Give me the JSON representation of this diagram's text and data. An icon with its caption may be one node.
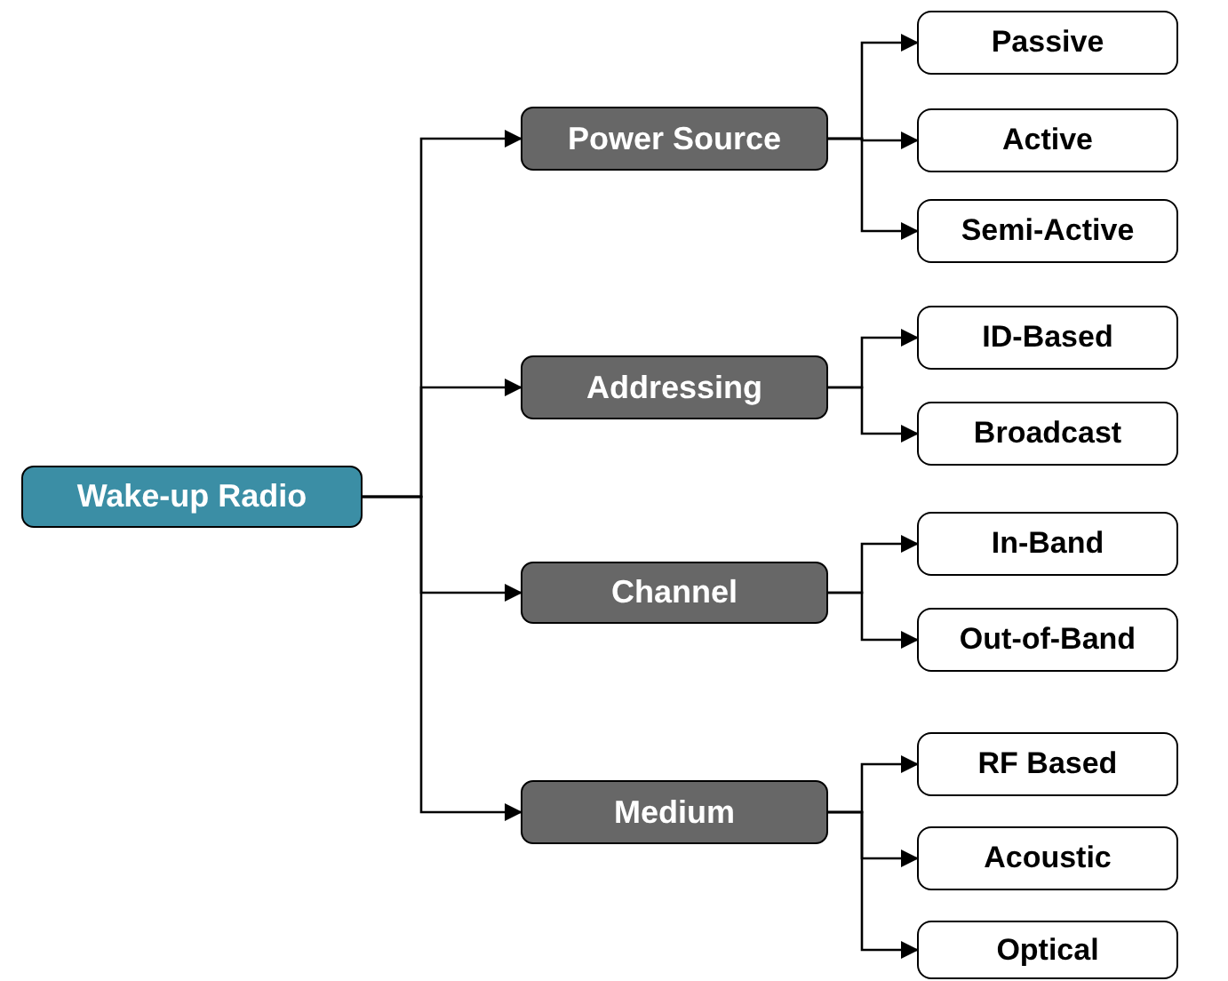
{
  "diagram": {
    "nodes": [
      {
        "text": [
          "Wake-up Radio"
        ]
      },
      {
        "text": [
          "Power Source"
        ]
      },
      {
        "text": [
          "Passive"
        ]
      },
      {
        "text": [
          "Active"
        ]
      },
      {
        "text": [
          "Semi-Active"
        ]
      },
      {
        "text": [
          "Addressing"
        ]
      },
      {
        "text": [
          "ID-Based"
        ]
      },
      {
        "text": [
          "Broadcast"
        ]
      },
      {
        "text": [
          "Channel"
        ]
      },
      {
        "text": [
          "In-Band"
        ]
      },
      {
        "text": [
          "Out-of-Band"
        ]
      },
      {
        "text": [
          "Medium"
        ]
      },
      {
        "text": [
          "RF Based"
        ]
      },
      {
        "text": [
          "Acoustic"
        ]
      },
      {
        "text": [
          "Optical"
        ]
      }
    ],
    "edges": [
      {
        "from": 0,
        "to": 1,
        "arrow": "to"
      },
      {
        "from": 0,
        "to": 5,
        "arrow": "to"
      },
      {
        "from": 0,
        "to": 8,
        "arrow": "to"
      },
      {
        "from": 0,
        "to": 11,
        "arrow": "to"
      },
      {
        "from": 1,
        "to": 2,
        "arrow": "to"
      },
      {
        "from": 1,
        "to": 3,
        "arrow": "to"
      },
      {
        "from": 1,
        "to": 4,
        "arrow": "to"
      },
      {
        "from": 5,
        "to": 6,
        "arrow": "to"
      },
      {
        "from": 5,
        "to": 7,
        "arrow": "to"
      },
      {
        "from": 8,
        "to": 9,
        "arrow": "to"
      },
      {
        "from": 8,
        "to": 10,
        "arrow": "to"
      },
      {
        "from": 11,
        "to": 12,
        "arrow": "to"
      },
      {
        "from": 11,
        "to": 13,
        "arrow": "to"
      },
      {
        "from": 11,
        "to": 14,
        "arrow": "to"
      }
    ]
  }
}
